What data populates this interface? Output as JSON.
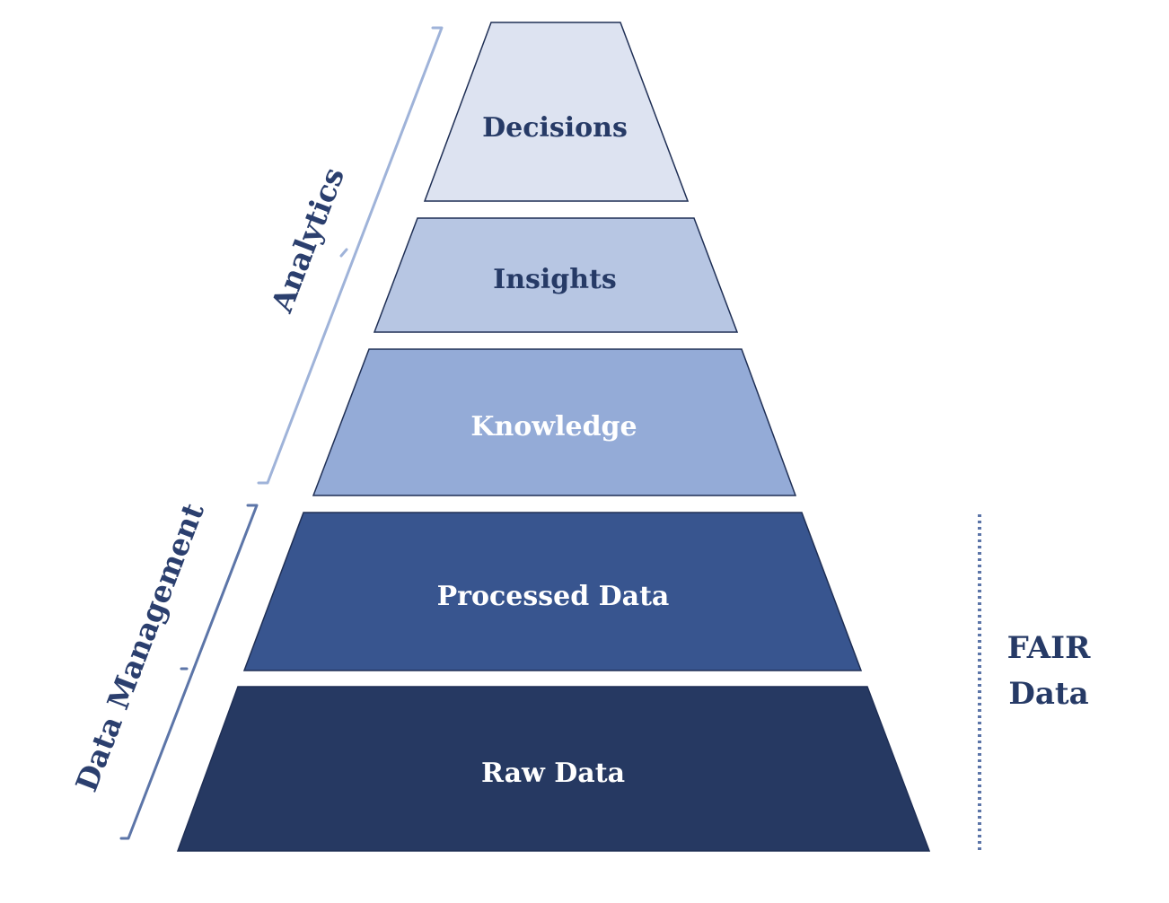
{
  "pyramid": {
    "tiers": [
      {
        "label": "Decisions",
        "fill": "#dde3f1",
        "text_color": "#263a66"
      },
      {
        "label": "Insights",
        "fill": "#b7c6e3",
        "text_color": "#263a66"
      },
      {
        "label": "Knowledge",
        "fill": "#94abd7",
        "text_color": "#ffffff"
      },
      {
        "label": "Processed Data",
        "fill": "#38558f",
        "text_color": "#ffffff"
      },
      {
        "label": "Raw Data",
        "fill": "#263962",
        "text_color": "#ffffff"
      }
    ],
    "stroke_color": "#1f2f55"
  },
  "brackets": {
    "analytics": {
      "label": "Analytics",
      "color": "#9fb3d9"
    },
    "data_management": {
      "label": "Data Management",
      "color": "#5c75a8"
    }
  },
  "fair": {
    "line1": "FAIR",
    "line2": "Data",
    "line_color": "#5c75a8"
  }
}
